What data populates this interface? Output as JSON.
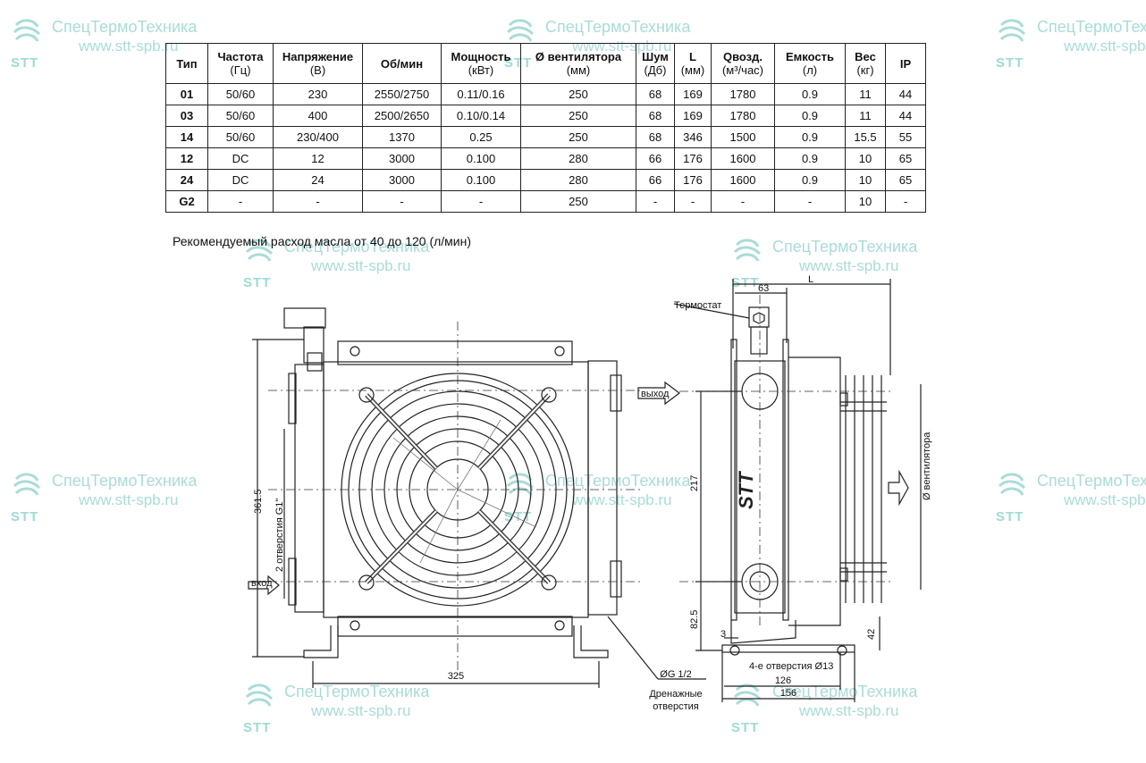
{
  "watermark": {
    "brand": "СпецТермоТехника",
    "site": "www.stt-spb.ru",
    "logo_text": "STT",
    "color": "#a9dcd8"
  },
  "table": {
    "headers": [
      {
        "title": "Тип",
        "unit": ""
      },
      {
        "title": "Частота",
        "unit": "(Гц)"
      },
      {
        "title": "Напряжение",
        "unit": "(В)"
      },
      {
        "title": "Об/мин",
        "unit": ""
      },
      {
        "title": "Мощность",
        "unit": "(кВт)"
      },
      {
        "title": "Ø вентилятора",
        "unit": "(мм)"
      },
      {
        "title": "Шум",
        "unit": "(Дб)"
      },
      {
        "title": "L",
        "unit": "(мм)"
      },
      {
        "title": "Qвозд.",
        "unit": "(м³/час)"
      },
      {
        "title": "Емкость",
        "unit": "(л)"
      },
      {
        "title": "Вес",
        "unit": "(кг)"
      },
      {
        "title": "IP",
        "unit": ""
      }
    ],
    "rows": [
      [
        "01",
        "50/60",
        "230",
        "2550/2750",
        "0.11/0.16",
        "250",
        "68",
        "169",
        "1780",
        "0.9",
        "11",
        "44"
      ],
      [
        "03",
        "50/60",
        "400",
        "2500/2650",
        "0.10/0.14",
        "250",
        "68",
        "169",
        "1780",
        "0.9",
        "11",
        "44"
      ],
      [
        "14",
        "50/60",
        "230/400",
        "1370",
        "0.25",
        "250",
        "68",
        "346",
        "1500",
        "0.9",
        "15.5",
        "55"
      ],
      [
        "12",
        "DC",
        "12",
        "3000",
        "0.100",
        "280",
        "66",
        "176",
        "1600",
        "0.9",
        "10",
        "65"
      ],
      [
        "24",
        "DC",
        "24",
        "3000",
        "0.100",
        "280",
        "66",
        "176",
        "1600",
        "0.9",
        "10",
        "65"
      ],
      [
        "G2",
        "-",
        "-",
        "-",
        "-",
        "250",
        "-",
        "-",
        "-",
        "-",
        "10",
        "-"
      ]
    ]
  },
  "note": "Рекомендуемый расход масла от 40 до 120 (л/мин)",
  "drawing": {
    "dim_height": "361.5",
    "dim_width": "325",
    "holes_label": "2 отверстия G1\"",
    "inlet": "вход",
    "outlet": "выход",
    "drain_size": "ØG 1/2",
    "drain_line1": "Дренажные",
    "drain_line2": "отверстия",
    "thermostat": "Термостат",
    "dim_63": "63",
    "dim_L": "L",
    "dim_217": "217",
    "dim_825": "82.5",
    "dim_3": "3",
    "dim_42": "42",
    "mount_holes": "4-е отверстия Ø13",
    "dim_126": "126",
    "dim_156": "156",
    "fan_diameter": "Ø вентилятора",
    "side_logo": "STT"
  }
}
